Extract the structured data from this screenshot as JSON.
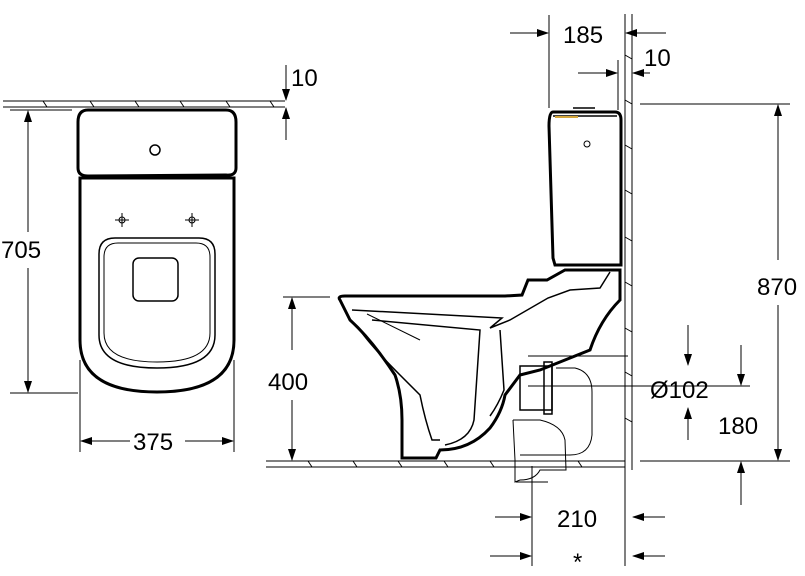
{
  "dimensions": {
    "top_view_gap": "10",
    "overall_length": "705",
    "overall_width": "375",
    "tank_depth": "185",
    "tank_wall_gap": "10",
    "overall_height": "870",
    "seat_height": "400",
    "outlet_diameter": "Ø102",
    "outlet_height": "180",
    "outlet_offset": "210",
    "footnote_marker": "*"
  }
}
